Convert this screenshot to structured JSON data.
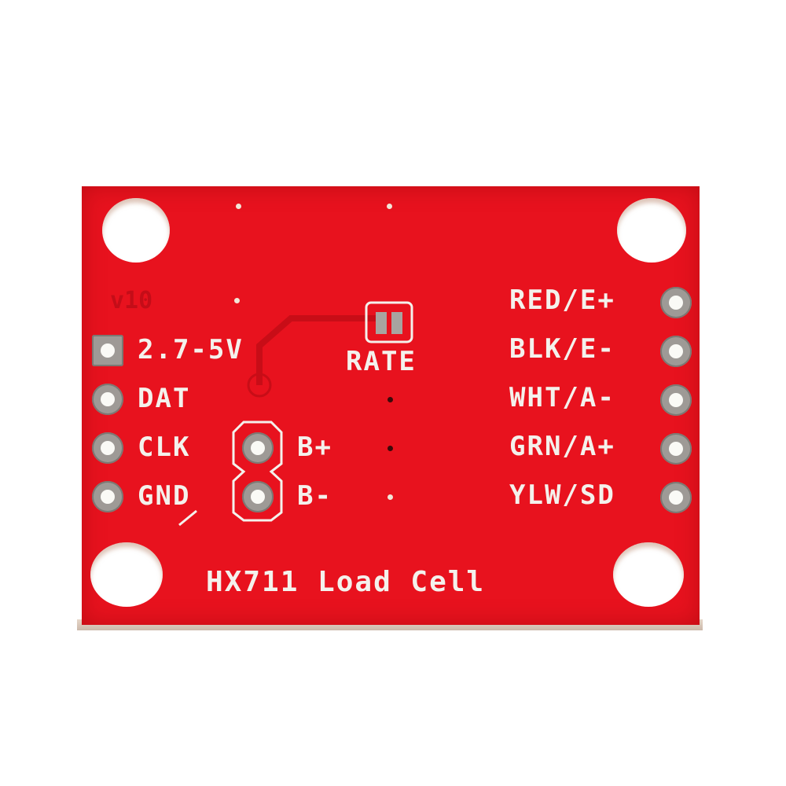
{
  "board": {
    "name": "HX711 Load Cell",
    "version": "v10",
    "color": "#e8121e",
    "silkscreen_color": "#f4f1ec",
    "left_pins": [
      {
        "label": "2.7-5V"
      },
      {
        "label": "DAT"
      },
      {
        "label": "CLK"
      },
      {
        "label": "GND"
      }
    ],
    "right_pins": [
      {
        "label": "RED/E+"
      },
      {
        "label": "BLK/E-"
      },
      {
        "label": "WHT/A-"
      },
      {
        "label": "GRN/A+"
      },
      {
        "label": "YLW/SD"
      }
    ],
    "b_pins": [
      {
        "label": "B+"
      },
      {
        "label": "B-"
      }
    ],
    "jumper_label": "RATE"
  }
}
